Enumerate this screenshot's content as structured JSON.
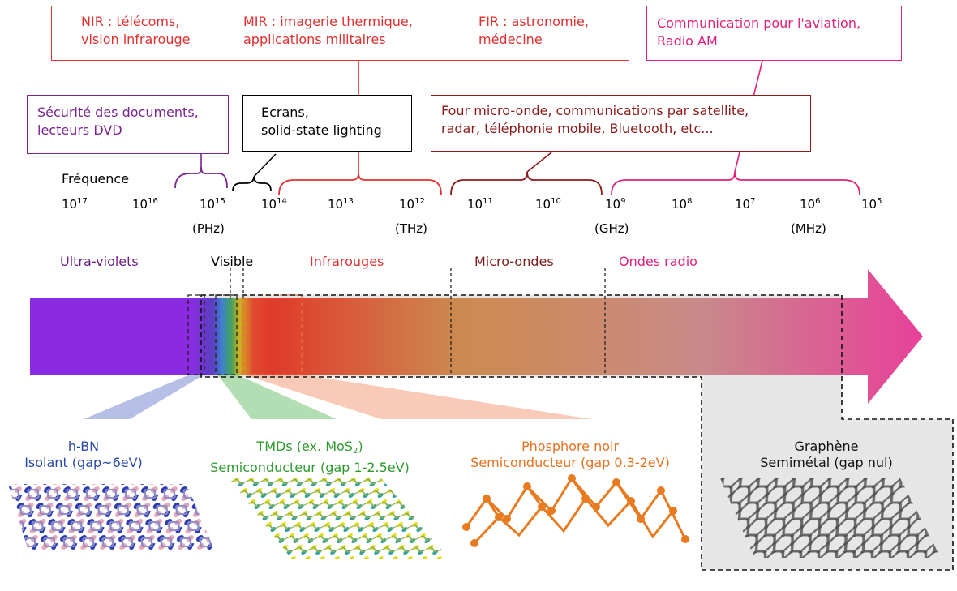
{
  "boxes": {
    "infrared": {
      "color": "#e03030",
      "nir": [
        "NIR : télécoms,",
        "vision infrarouge"
      ],
      "mir": [
        "MIR : imagerie thermique,",
        "applications militaires"
      ],
      "fir": [
        "FIR : astronomie,",
        "médecine"
      ]
    },
    "radio": {
      "color": "#e0207a",
      "lines": [
        "Communication pour l'aviation,",
        "Radio AM"
      ]
    },
    "uv": {
      "color": "#7a2590",
      "lines": [
        "Sécurité des documents,",
        "lecteurs DVD"
      ]
    },
    "visible": {
      "color": "#000000",
      "lines": [
        "Ecrans,",
        "solid-state lighting"
      ]
    },
    "microwave": {
      "color": "#8b1a1a",
      "lines": [
        "Four micro-onde, communications par satellite,",
        "radar, téléphonie mobile, Bluetooth, etc..."
      ]
    }
  },
  "frequency": {
    "label": "Fréquence",
    "base": "10",
    "exponents": [
      "17",
      "16",
      "15",
      "14",
      "13",
      "12",
      "11",
      "10",
      "9",
      "8",
      "7",
      "6",
      "5"
    ],
    "units": [
      "(PHz)",
      "(THz)",
      "(GHz)",
      "(MHz)"
    ]
  },
  "regions": [
    {
      "label": "Ultra-violets",
      "color": "#6a2080"
    },
    {
      "label": "Visible",
      "color": "#000000"
    },
    {
      "label": "Infrarouges",
      "color": "#e03030"
    },
    {
      "label": "Micro-ondes",
      "color": "#7a1a1a"
    },
    {
      "label": "Ondes radio",
      "color": "#e0207a"
    }
  ],
  "materials": [
    {
      "name": "h-BN",
      "desc": "Isolant (gap~6eV)",
      "color": "#2a4aa8"
    },
    {
      "name": "TMDs (ex. MoS",
      "sub": "2",
      "name_end": ")",
      "desc": "Semiconducteur (gap 1-2.5eV)",
      "color": "#2e9a2e"
    },
    {
      "name": "Phosphore noir",
      "desc": "Semiconducteur (gap 0.3-2eV)",
      "color": "#e87020"
    },
    {
      "name": "Graphène",
      "desc": "Semimétal (gap nul)",
      "color": "#111111"
    }
  ]
}
